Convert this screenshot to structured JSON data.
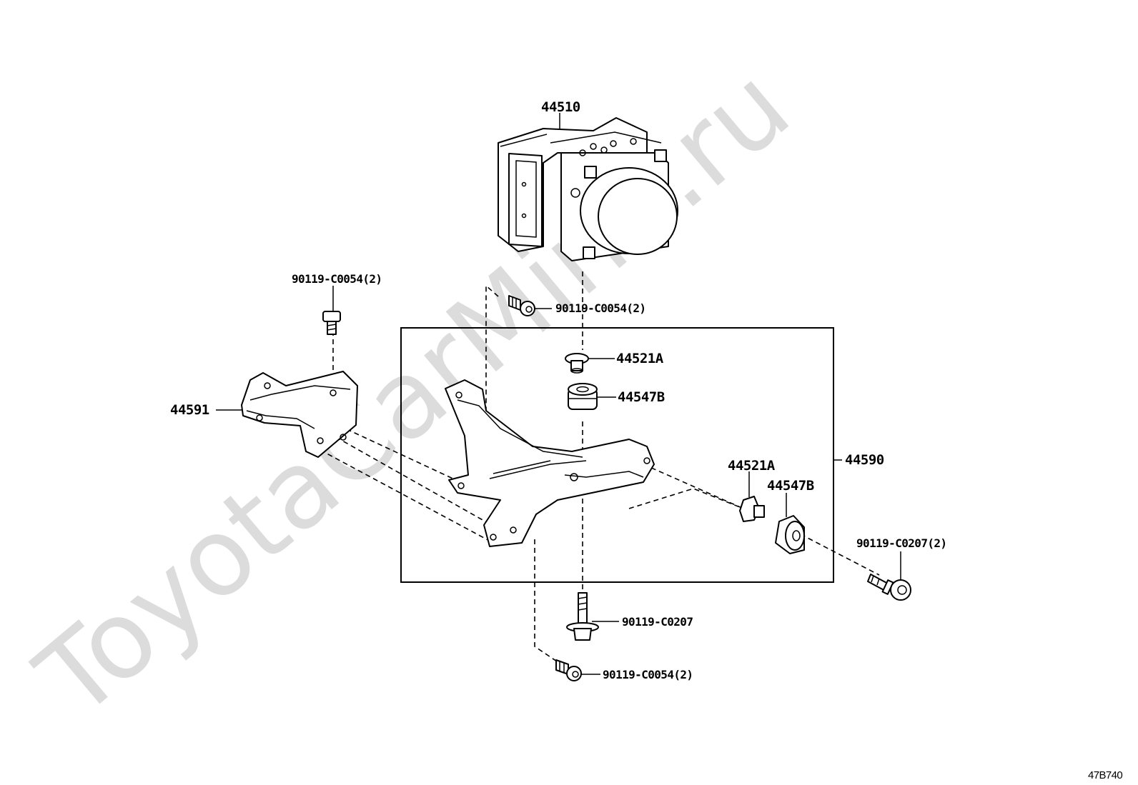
{
  "watermark": "ToyotaCarMine.ru",
  "diagram_code": "47B740",
  "labels": {
    "abs_actuator": "44510",
    "bolt_top_left": "90119-C0054(2)",
    "bolt_top_middle": "90119-C0054(2)",
    "cushion_top_collar": "44521A",
    "cushion_top_grommet": "44547B",
    "bracket_left": "44591",
    "bracket_assembly": "44590",
    "cushion_right_collar": "44521A",
    "cushion_right_grommet": "44547B",
    "bolt_right": "90119-C0207(2)",
    "bolt_bottom": "90119-C0207",
    "bolt_bottom_left": "90119-C0054(2)"
  }
}
